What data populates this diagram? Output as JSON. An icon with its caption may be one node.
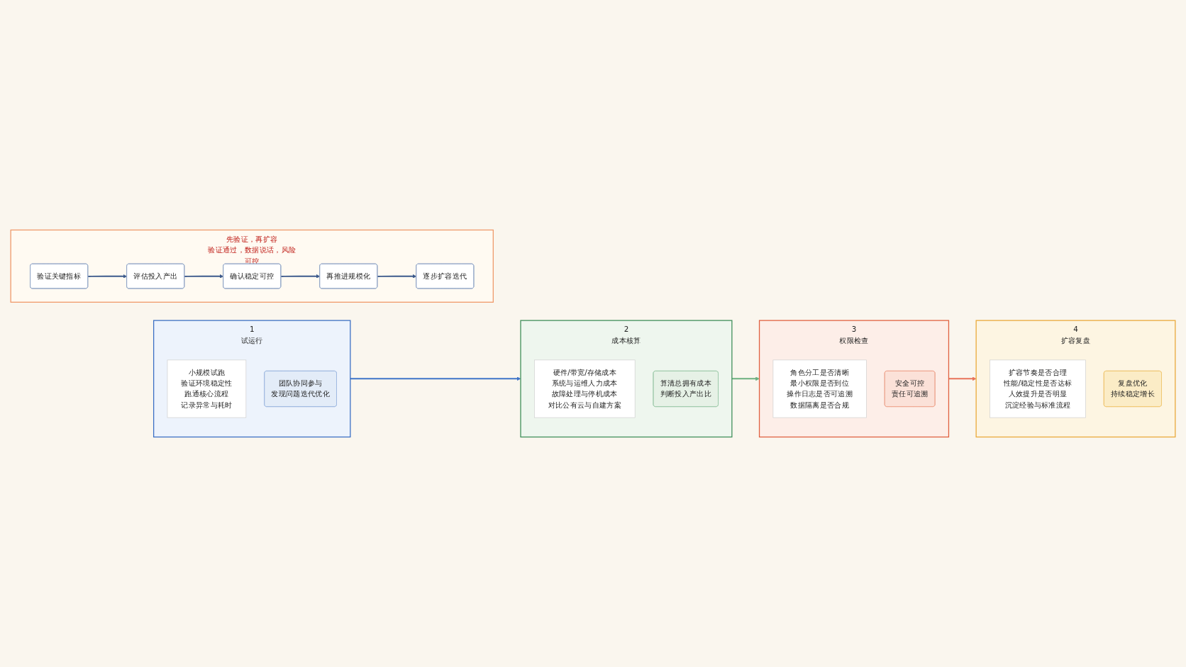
{
  "diagram": {
    "nodes": [
      {
        "text": [
          "1",
          "试运行"
        ]
      },
      {
        "text": [
          "小规模试跑",
          "验证环境稳定性",
          "跑通核心流程",
          "记录异常与耗时"
        ],
        "in": 0
      },
      {
        "text": [
          "团队协同参与",
          "发现问题迭代优化"
        ],
        "in": 0
      },
      {
        "text": [
          "2",
          "成本核算"
        ]
      },
      {
        "text": [
          "硬件/带宽/存储成本",
          "系统与运维人力成本",
          "故障处理与停机成本",
          "对比公有云与自建方案"
        ],
        "in": 3
      },
      {
        "text": [
          "算清总拥有成本",
          "判断投入产出比"
        ],
        "in": 3
      },
      {
        "text": [
          "3",
          "权限检查"
        ]
      },
      {
        "text": [
          "角色分工是否清晰",
          "最小权限是否到位",
          "操作日志是否可追溯",
          "数据隔离是否合规"
        ],
        "in": 6
      },
      {
        "text": [
          "安全可控",
          "责任可追溯"
        ],
        "in": 6
      },
      {
        "text": [
          "4",
          "扩容复盘"
        ]
      },
      {
        "text": [
          "扩容节奏是否合理",
          "性能/稳定性是否达标",
          "人效提升是否明显",
          "沉淀经验与标准流程"
        ],
        "in": 9
      },
      {
        "text": [
          "复盘优化",
          "持续稳定增长"
        ],
        "in": 9
      },
      {
        "text": [
          "先验证，再扩容",
          "验证通过，数据说话，风险可控"
        ]
      },
      {
        "text": [
          "验证关键指标"
        ],
        "in": 12
      },
      {
        "text": [
          "评估投入产出"
        ],
        "in": 12
      },
      {
        "text": [
          "确认稳定可控"
        ],
        "in": 12
      },
      {
        "text": [
          "再推进规模化"
        ],
        "in": 12
      },
      {
        "text": [
          "逐步扩容迭代"
        ],
        "in": 12
      }
    ],
    "edges": [
      {
        "from": 0,
        "to": 3,
        "arrow": "to",
        "color": "#3f74c8"
      },
      {
        "from": 3,
        "to": 6,
        "arrow": "to",
        "color": "#6bb07f"
      },
      {
        "from": 6,
        "to": 9,
        "arrow": "to",
        "color": "#e8735a"
      },
      {
        "from": 13,
        "to": 14,
        "arrow": "to"
      },
      {
        "from": 14,
        "to": 15,
        "arrow": "to"
      },
      {
        "from": 15,
        "to": 16,
        "arrow": "to"
      },
      {
        "from": 16,
        "to": 17,
        "arrow": "to"
      }
    ]
  }
}
